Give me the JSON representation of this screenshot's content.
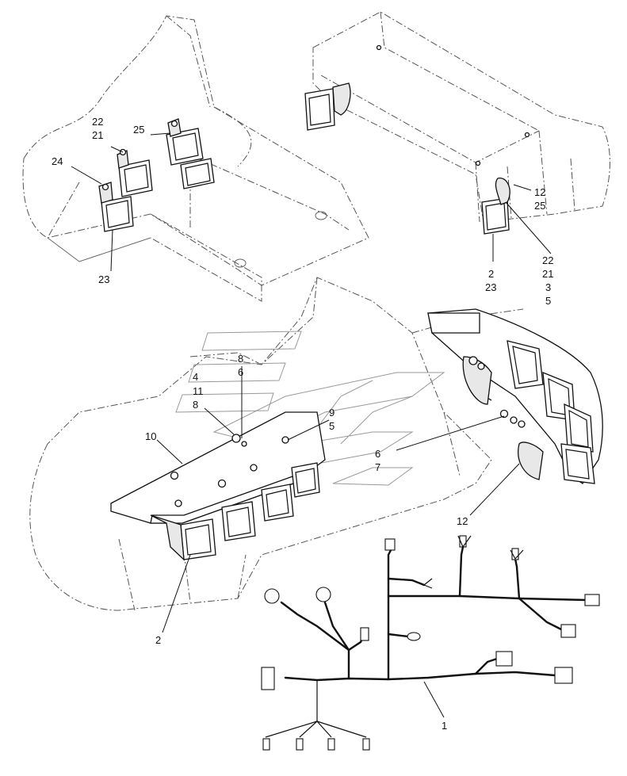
{
  "callouts": {
    "c22a": "22",
    "c21a": "21",
    "c25a": "25",
    "c24": "24",
    "c23a": "23",
    "c12a": "12",
    "c25b": "25",
    "c22b": "22",
    "c21b": "21",
    "c3a": "3",
    "c5a": "5",
    "c2a": "2",
    "c23b": "23",
    "c8a": "8",
    "c6a": "6",
    "c4": "4",
    "c11": "11",
    "c8b": "8",
    "c9": "9",
    "c5b": "5",
    "c10": "10",
    "c6b": "6",
    "c7": "7",
    "c12b": "12",
    "c2b": "2",
    "c1": "1"
  }
}
